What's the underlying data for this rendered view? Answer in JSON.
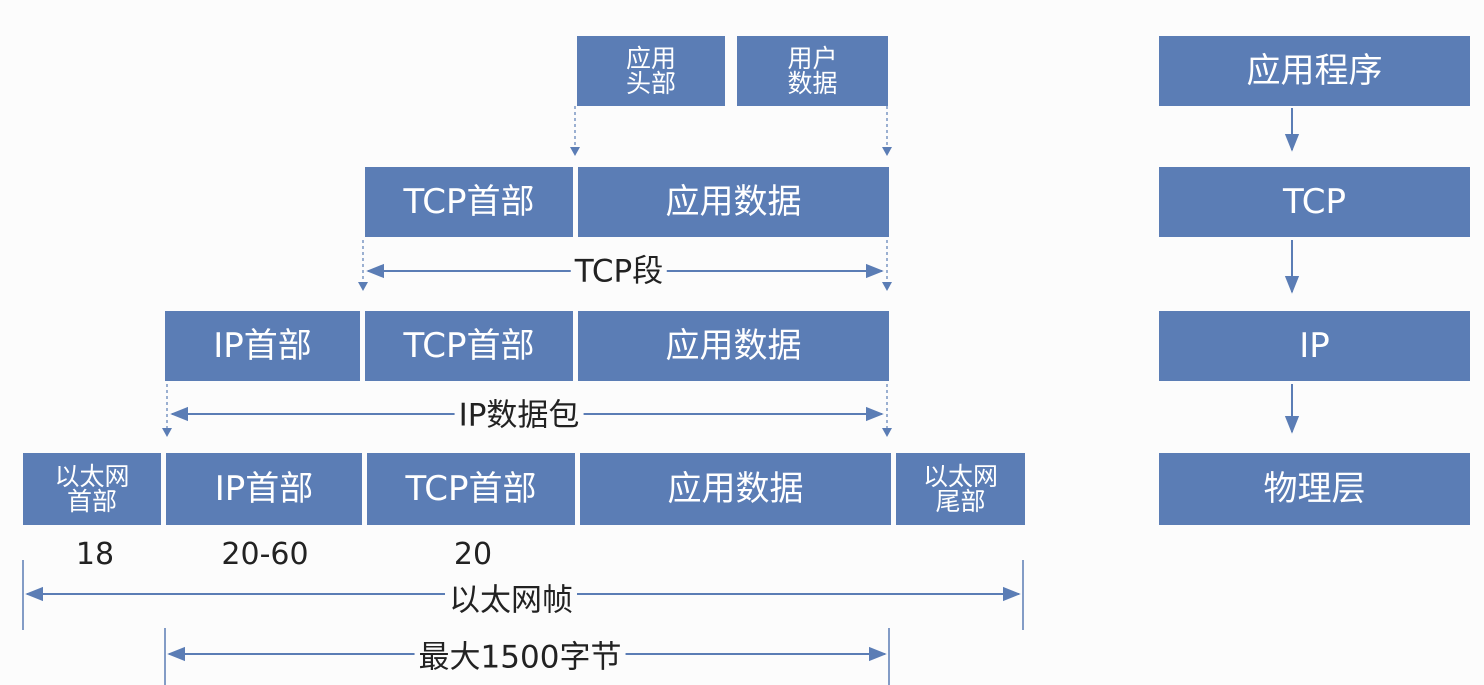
{
  "encapsulation": {
    "app_row": {
      "app_header": "应用\n头部",
      "user_data": "用户\n数据"
    },
    "tcp_row": {
      "tcp_header": "TCP首部",
      "app_data": "应用数据",
      "span_label": "TCP段"
    },
    "ip_row": {
      "ip_header": "IP首部",
      "tcp_header": "TCP首部",
      "app_data": "应用数据",
      "span_label": "IP数据包"
    },
    "eth_row": {
      "eth_header": "以太网\n首部",
      "ip_header": "IP首部",
      "tcp_header": "TCP首部",
      "app_data": "应用数据",
      "eth_trailer": "以太网\n尾部"
    },
    "sizes": {
      "eth_header": "18",
      "ip_header": "20-60",
      "tcp_header": "20"
    },
    "frame_label": "以太网帧",
    "max_label": "最大1500字节"
  },
  "stack": {
    "layers": [
      "应用程序",
      "TCP",
      "IP",
      "物理层"
    ]
  },
  "colors": {
    "box_fill": "#5b7db5",
    "box_text": "#ffffff",
    "text": "#222222",
    "background": "#fcfcfc"
  }
}
